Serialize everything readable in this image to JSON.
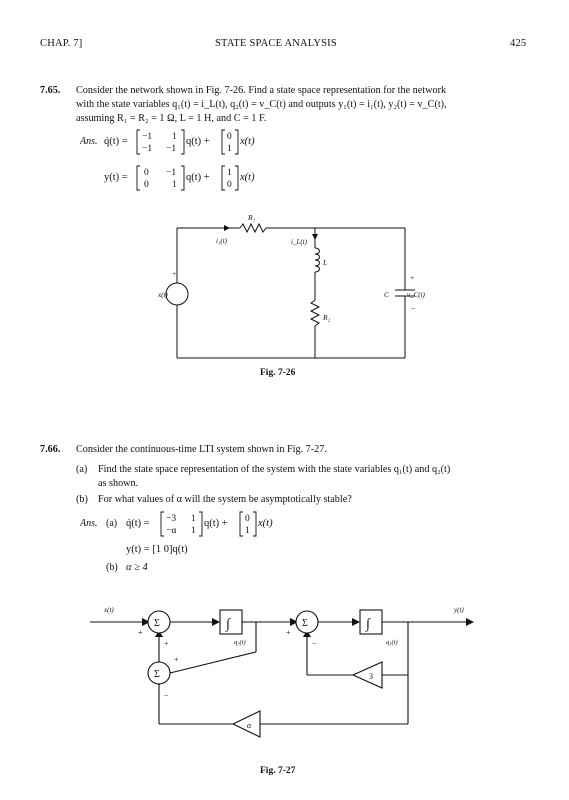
{
  "header": {
    "chapter": "CHAP. 7]",
    "title": "STATE SPACE ANALYSIS",
    "page_number": "425"
  },
  "problem_765": {
    "number": "7.65.",
    "line1": "Consider the network shown in Fig. 7-26. Find a state space representation for the network",
    "line2": "with the state variables q₁(t) = i_L(t), q₂(t) = v_C(t) and outputs y₁(t) = i₁(t), y₂(t) = v_C(t),",
    "line3": "assuming R₁ = R₂ = 1 Ω, L = 1 H, and C = 1 F.",
    "ans_label": "Ans.",
    "eq1_lhs": "q̇(t) =",
    "eq1_A": [
      [
        "−1",
        "1"
      ],
      [
        "−1",
        "−1"
      ]
    ],
    "eq1_mid": "q(t) +",
    "eq1_B": [
      [
        "0"
      ],
      [
        "1"
      ]
    ],
    "eq1_tail": "x(t)",
    "eq2_lhs": "y(t) =",
    "eq2_C": [
      [
        "0",
        "−1"
      ],
      [
        "0",
        "1"
      ]
    ],
    "eq2_mid": "q(t) +",
    "eq2_D": [
      [
        "1"
      ],
      [
        "0"
      ]
    ],
    "eq2_tail": "x(t)"
  },
  "figure_726": {
    "caption": "Fig. 7-26",
    "labels": {
      "R1": "R₁",
      "i1": "i₁(t)",
      "iL": "i_L(t)",
      "L": "L",
      "R2": "R₂",
      "C": "C",
      "vC": "v_C(t)",
      "xt": "x(t)",
      "plus_left": "+",
      "plus_right": "+",
      "minus_right": "−"
    }
  },
  "problem_766": {
    "number": "7.66.",
    "line1": "Consider the continuous-time LTI system shown in Fig. 7-27.",
    "part_a_label": "(a)",
    "part_a_line1": "Find the state space representation of the system with the state variables q₁(t) and q₂(t)",
    "part_a_line2": "as shown.",
    "part_b_label": "(b)",
    "part_b_line1": "For what values of α will the system be asymptotically stable?",
    "ans_label": "Ans.",
    "ans_a_label": "(a)",
    "eq1_lhs": "q̇(t) =",
    "eq1_A": [
      [
        "−3",
        "1"
      ],
      [
        "−α",
        "1"
      ]
    ],
    "eq1_mid": "q(t) +",
    "eq1_B": [
      [
        "0"
      ],
      [
        "1"
      ]
    ],
    "eq1_tail": "x(t)",
    "eq2": "y(t) = [1   0]q(t)",
    "ans_b_label": "(b)",
    "ans_b": "α ≥ 4"
  },
  "figure_727": {
    "caption": "Fig. 7-27",
    "labels": {
      "xt": "x(t)",
      "yt": "y(t)",
      "sigma": "Σ",
      "integral": "∫",
      "q2": "q₂(t)",
      "q1": "q₁(t)",
      "gain3": "3",
      "gain_alpha": "α",
      "plus": "+",
      "minus": "−"
    }
  }
}
